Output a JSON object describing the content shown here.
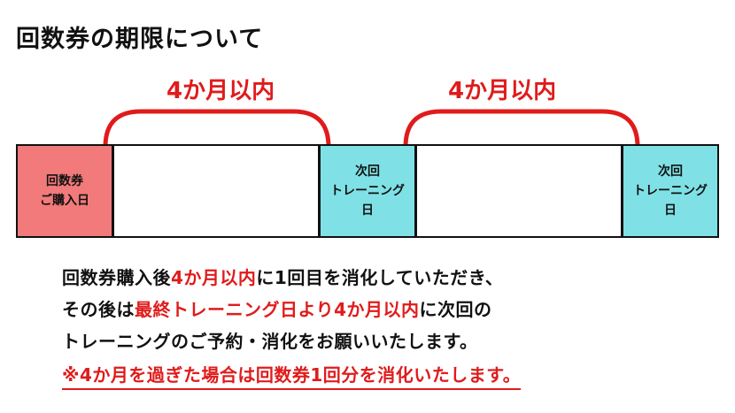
{
  "title": "回数券の期限について",
  "periods": [
    "4か月以内",
    "4か月以内"
  ],
  "timeline": {
    "purchase": "回数券\nご購入日",
    "next1": "次回\nトレーニング\n日",
    "next2": "次回\nトレーニング\n日"
  },
  "description": {
    "line1": [
      "回数券購入後",
      "4か月以内",
      "に1回目を消化していただき、"
    ],
    "line2": [
      "その後は",
      "最終トレーニング日より4か月以内",
      "に次回の"
    ],
    "line3": "トレーニングのご予約・消化をお願いいたします。",
    "line4": "※4か月を過ぎた場合は回数券1回分を消化いたします。"
  },
  "colors": {
    "accent_red": "#e01b1b",
    "purchase_fill": "#f27a7a",
    "next_fill": "#7fe1e6"
  }
}
